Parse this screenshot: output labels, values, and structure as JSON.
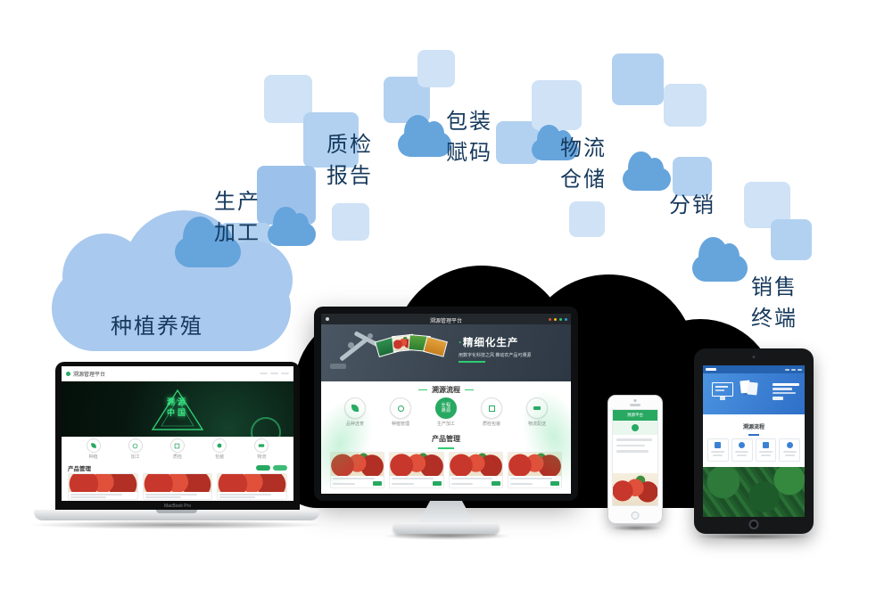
{
  "flow": {
    "items": [
      {
        "line1": "种植养殖",
        "line2": ""
      },
      {
        "line1": "生产",
        "line2": "加工"
      },
      {
        "line1": "质检",
        "line2": "报告"
      },
      {
        "line1": "包装",
        "line2": "赋码"
      },
      {
        "line1": "物流",
        "line2": "仓储"
      },
      {
        "line1": "分销",
        "line2": ""
      },
      {
        "line1": "销售",
        "line2": "终端"
      }
    ]
  },
  "laptop": {
    "site_title": "溯源管理平台",
    "hero_line1": "溯源",
    "hero_line2": "中国",
    "icon_labels": [
      "种植",
      "加工",
      "质检",
      "包装",
      "物流"
    ],
    "products_title": "产品管理",
    "brand": "MacBook Pro"
  },
  "monitor": {
    "menubar_title": "溯源管理平台",
    "hero_dot": "·",
    "hero_title": "精细化生产",
    "hero_subtitle": "用数字化科技之风 推动农产品可溯源",
    "flow_section_title": "溯源流程",
    "center_line1": "全程",
    "center_line2": "溯源",
    "flow_labels": [
      "品种选育",
      "种植管理",
      "生产加工",
      "质检包装",
      "物流配送"
    ],
    "products_section_title": "产品管理"
  },
  "phone": {
    "header_title": "溯源平台"
  },
  "tablet": {
    "section1_title": "溯源流程",
    "section2_title": "产品管理"
  },
  "colors": {
    "accent_green": "#27a961",
    "cloud_light": "#a9c9ee",
    "cloud_deep": "#66a4dc",
    "flow_text": "#16395c",
    "tablet_blue": "#2f6fc8"
  }
}
